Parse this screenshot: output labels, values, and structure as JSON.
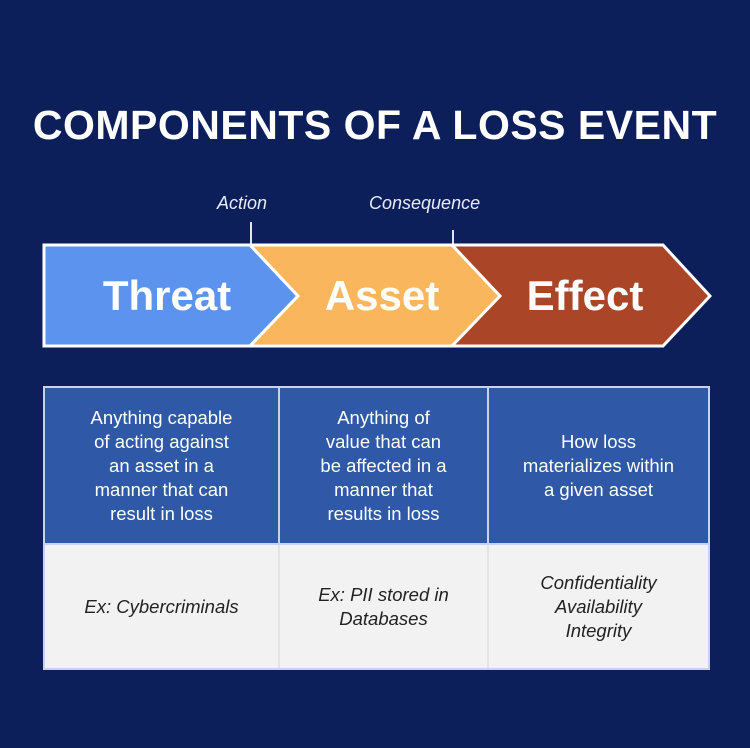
{
  "title": "COMPONENTS OF A LOSS EVENT",
  "connectors": {
    "action": "Action",
    "consequence": "Consequence"
  },
  "steps": [
    {
      "label": "Threat",
      "color": "#5b93ee"
    },
    {
      "label": "Asset",
      "color": "#f9b65c"
    },
    {
      "label": "Effect",
      "color": "#aa4528"
    }
  ],
  "table": {
    "descriptions": [
      "Anything capable\nof acting against\nan asset in a\nmanner that can\nresult in loss",
      "Anything of\nvalue that can\nbe affected in a\nmanner that\nresults in loss",
      "How loss\nmaterializes within\na given asset"
    ],
    "examples": [
      "Ex: Cybercriminals",
      "Ex: PII stored in\nDatabases",
      "Confidentiality\nAvailability\nIntegrity"
    ]
  }
}
